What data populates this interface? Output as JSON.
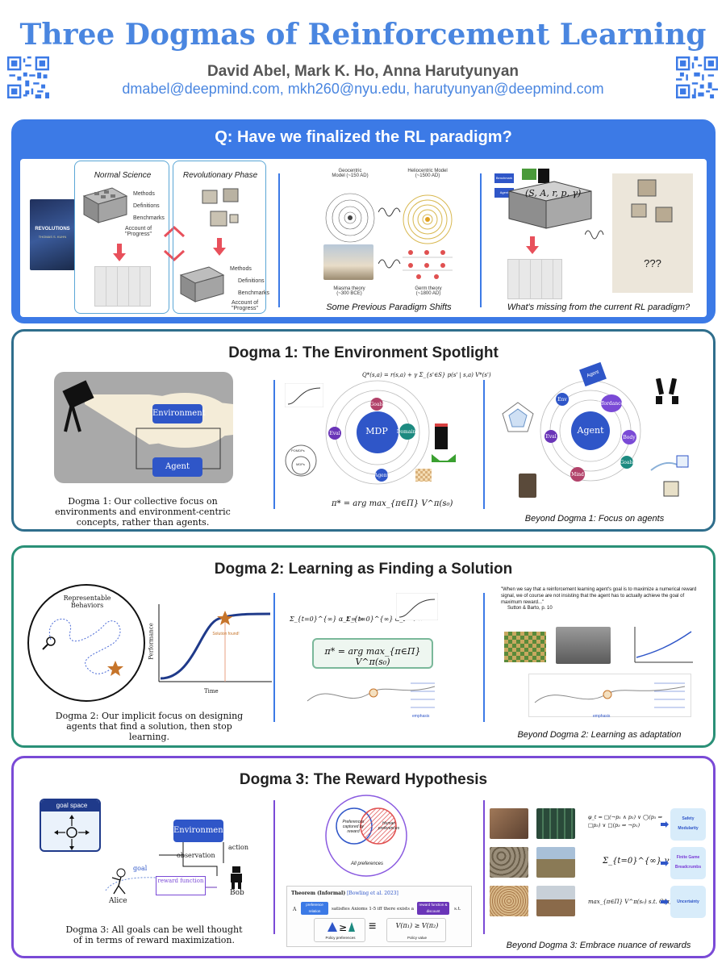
{
  "header": {
    "title": "Three Dogmas of Reinforcement Learning",
    "authors": "David Abel,  Mark K. Ho,  Anna Harutyunyan",
    "emails": "dmabel@deepmind.com, mkh260@nyu.edu, harutyunyan@deepmind.com"
  },
  "s0": {
    "heading": "Q: Have we finalized the RL paradigm?",
    "normal_science": "Normal Science",
    "revolutionary": "Revolutionary Phase",
    "labels": [
      "Methods",
      "Definitions",
      "Benchmarks",
      "Account of \"Progress\""
    ],
    "book_title": "REVOLUTIONS",
    "book_author": "THOMAS S. KUHN",
    "geo": "Geocentric Model (~150 AD)",
    "helio": "Heliocentric Model (~1500 AD)",
    "miasma": "Miasma theory (~300 BCE)",
    "germ": "Germ theory (~1800 AD)",
    "shifts_caption": "Some Previous Paradigm Shifts",
    "tuple": "(S, A, r, p, γ)",
    "mini_labels": [
      "Benchmark",
      "Agent"
    ],
    "unknown": "???",
    "missing_caption": "What's missing from the current RL paradigm?"
  },
  "s1": {
    "heading": "Dogma 1: The Environment Spotlight",
    "environment": "Environment",
    "agent": "Agent",
    "caption": "Dogma 1: Our collective focus on environments and environment-centric concepts, rather than agents.",
    "bellman": "Q*(s,a) = r(s,a) + γ Σ_{s'∈S} p(s' | s,a) V*(s')",
    "mdp": "MDP",
    "mdp_nodes": [
      "Goals",
      "Eval",
      "Domains",
      "Agent"
    ],
    "pomdps": "POMDPs",
    "mdps": "MDPs",
    "policy": "π* = arg max_{π∈Π} V^π(s₀)",
    "agent_center": "Agent",
    "agent_nodes": [
      "Env",
      "Affordances",
      "Eval",
      "Body",
      "Goals",
      "Mind"
    ],
    "agent_card": "Agent",
    "beyond_caption": "Beyond Dogma 1: Focus on agents"
  },
  "s2": {
    "heading": "Dogma 2: Learning as Finding a Solution",
    "rep_behaviors": "Representable Behaviors",
    "performance": "Performance",
    "time": "Time",
    "solution": "Solution found!",
    "caption": "Dogma 2: Our implicit focus on designing agents that find a solution, then stop learning.",
    "sum1": "Σ_{t=0}^{∞} α_t = ∞",
    "sum2": "Σ_{t=0}^{∞} α_t² < ∞",
    "policy": "π* = arg max_{π∈Π} V^π(s₀)",
    "emphasis": "emphasis",
    "quote": "\"When we say that a reinforcement learning agent's goal is to maximize a numerical reward signal, we of course are not insisting that the agent has to actually achieve the goal of maximum reward...\"",
    "quote_source": "Sutton & Barto, p. 10",
    "beyond_caption": "Beyond Dogma 2: Learning as adaptation"
  },
  "s3": {
    "heading": "Dogma 3: The Reward Hypothesis",
    "goal_space": "goal space",
    "environment": "Environment",
    "observation": "observation",
    "action": "action",
    "goal": "goal",
    "reward_function": "reward function",
    "alice": "Alice",
    "bob": "Bob",
    "caption": "Dogma 3: All goals can be well thought of in terms of reward maximization.",
    "pref_captured": "Preferences captured by reward",
    "human_pref": "Human preferences",
    "all_pref": "All preferences",
    "theorem_title": "Theorem (Informal)",
    "theorem_cite": "[Bowling et al. 2023]",
    "theorem_a": "A",
    "theorem_pref": "preference relation",
    "theorem_text": "satisfies Axioms 1-5 iff there exists a",
    "theorem_rf": "reward function & discount",
    "theorem_st": "s.t.",
    "policy_pref": "Policy preferences",
    "policy_value": "Policy value",
    "phi": "φ_t = □(¬p₁ ∧ p₂) ∨ ◯(p₁ ⇒ □p₃) ∨ □(p₃ ⇒ ¬p₁)",
    "sum_reward": "Σ_{t=0}^{∞} γ^t R_t",
    "constrained": "max_{π∈Π} V^π(s₀) s.t. G(π) ≤ τ",
    "box1": [
      "Safety",
      "Modularity"
    ],
    "box2": [
      "Finite Game",
      "Breadcrumbs"
    ],
    "box3": [
      "Uncertainty"
    ],
    "beyond_caption": "Beyond Dogma 3: Embrace nuance of rewards"
  }
}
